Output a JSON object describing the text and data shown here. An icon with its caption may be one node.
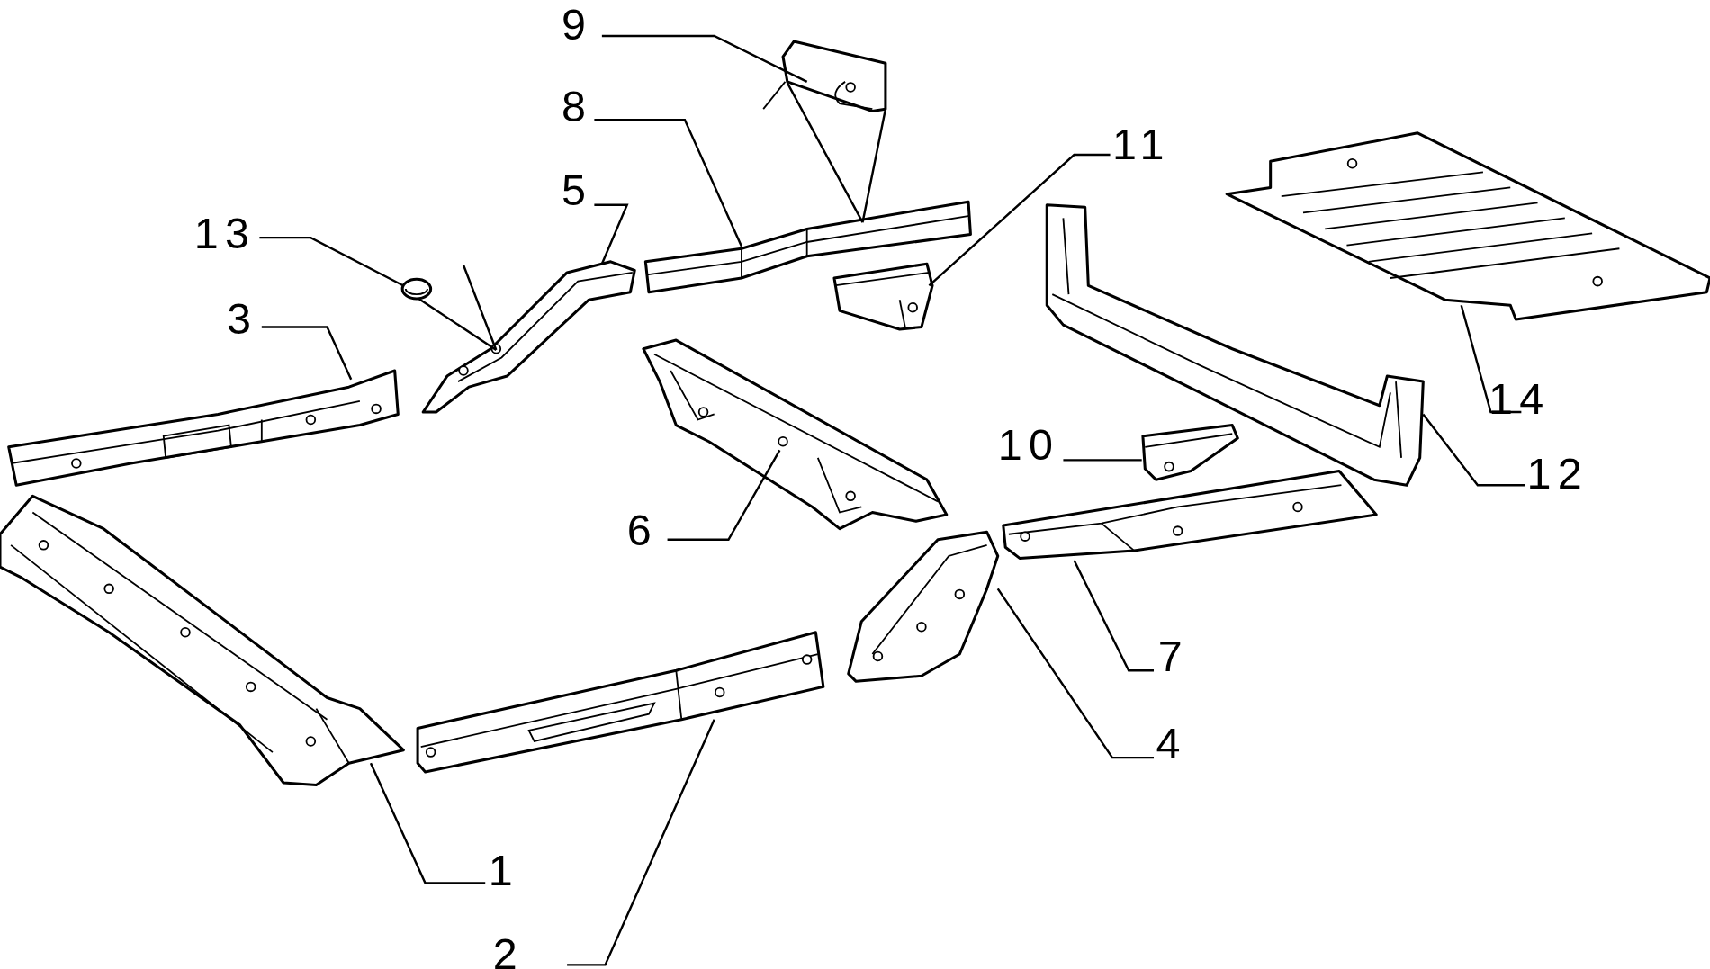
{
  "diagram": {
    "nodes": [
      {
        "text": [
          "1"
        ]
      },
      {
        "text": [
          "2"
        ]
      },
      {
        "text": [
          "3"
        ]
      },
      {
        "text": [
          "4"
        ]
      },
      {
        "text": [
          "5"
        ]
      },
      {
        "text": [
          "6"
        ]
      },
      {
        "text": [
          "7"
        ]
      },
      {
        "text": [
          "8"
        ]
      },
      {
        "text": [
          "9"
        ]
      },
      {
        "text": [
          "10"
        ]
      },
      {
        "text": [
          "11"
        ]
      },
      {
        "text": [
          "12"
        ]
      },
      {
        "text": [
          "13"
        ]
      },
      {
        "text": [
          "14"
        ]
      },
      {
        "text": [],
        "shape": "picture"
      },
      {
        "text": [],
        "shape": "picture"
      },
      {
        "text": [],
        "shape": "picture"
      },
      {
        "text": [],
        "shape": "picture"
      },
      {
        "text": [],
        "shape": "picture"
      },
      {
        "text": [],
        "shape": "picture"
      },
      {
        "text": [],
        "shape": "picture"
      },
      {
        "text": [],
        "shape": "picture"
      },
      {
        "text": [],
        "shape": "picture"
      },
      {
        "text": [],
        "shape": "picture"
      },
      {
        "text": [],
        "shape": "picture"
      },
      {
        "text": [],
        "shape": "picture"
      },
      {
        "text": [],
        "shape": "picture"
      },
      {
        "text": [],
        "shape": "picture"
      }
    ],
    "edges": [
      {
        "from": 0,
        "to": 14,
        "arrow": "none"
      },
      {
        "from": 1,
        "to": 15,
        "arrow": "none"
      },
      {
        "from": 2,
        "to": 16,
        "arrow": "none"
      },
      {
        "from": 3,
        "to": 17,
        "arrow": "none"
      },
      {
        "from": 4,
        "to": 18,
        "arrow": "none"
      },
      {
        "from": 5,
        "to": 19,
        "arrow": "none"
      },
      {
        "from": 6,
        "to": 20,
        "arrow": "none"
      },
      {
        "from": 7,
        "to": 21,
        "arrow": "none"
      },
      {
        "from": 8,
        "to": 22,
        "arrow": "none"
      },
      {
        "from": 9,
        "to": 23,
        "arrow": "none"
      },
      {
        "from": 10,
        "to": 24,
        "arrow": "none"
      },
      {
        "from": 11,
        "to": 25,
        "arrow": "none"
      },
      {
        "from": 12,
        "to": 26,
        "arrow": "none"
      },
      {
        "from": 13,
        "to": 27,
        "arrow": "none"
      },
      {
        "from": 22,
        "to": 21,
        "arrow": "none"
      },
      {
        "from": 26,
        "to": 18,
        "arrow": "none"
      }
    ]
  }
}
